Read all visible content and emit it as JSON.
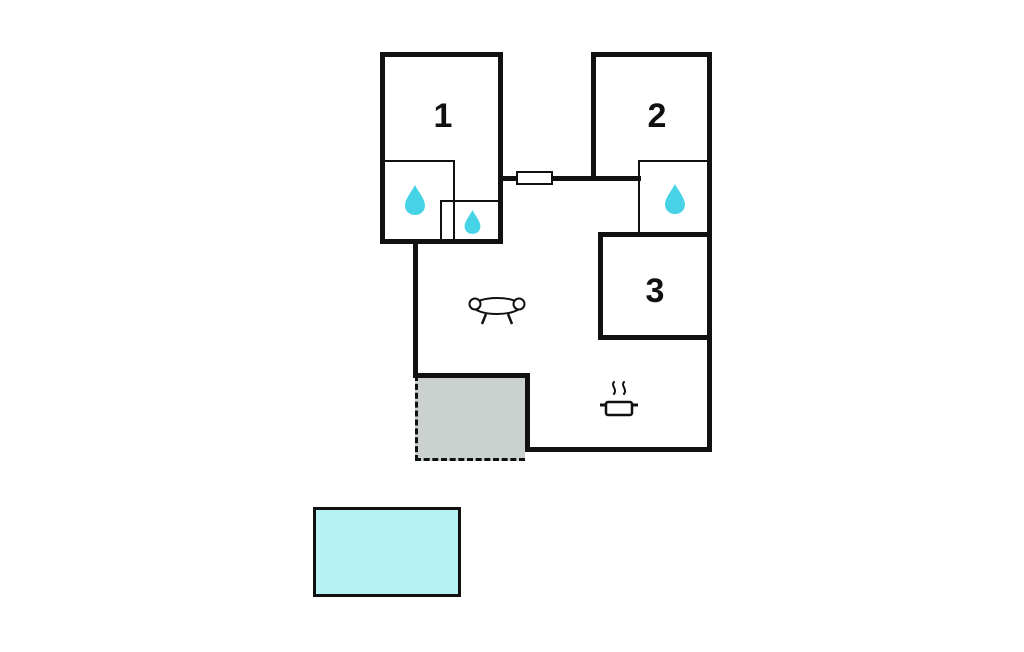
{
  "rooms": {
    "room1": {
      "label": "1"
    },
    "room2": {
      "label": "2"
    },
    "room3": {
      "label": "3"
    }
  },
  "icons": {
    "bathroom1": "water-drop-icon",
    "bathroom2": "water-drop-icon",
    "bathroom3": "water-drop-icon",
    "living_room": "sofa-icon",
    "kitchen": "cooking-pot-icon",
    "wall_opening": "window-icon"
  },
  "areas": {
    "terrace": "terrace-area",
    "pool": "pool-area"
  },
  "colors": {
    "wall": "#111111",
    "water": "#46d3e6",
    "terrace": "#cbd1cf",
    "pool": "#b6f2f4",
    "background": "#ffffff"
  }
}
